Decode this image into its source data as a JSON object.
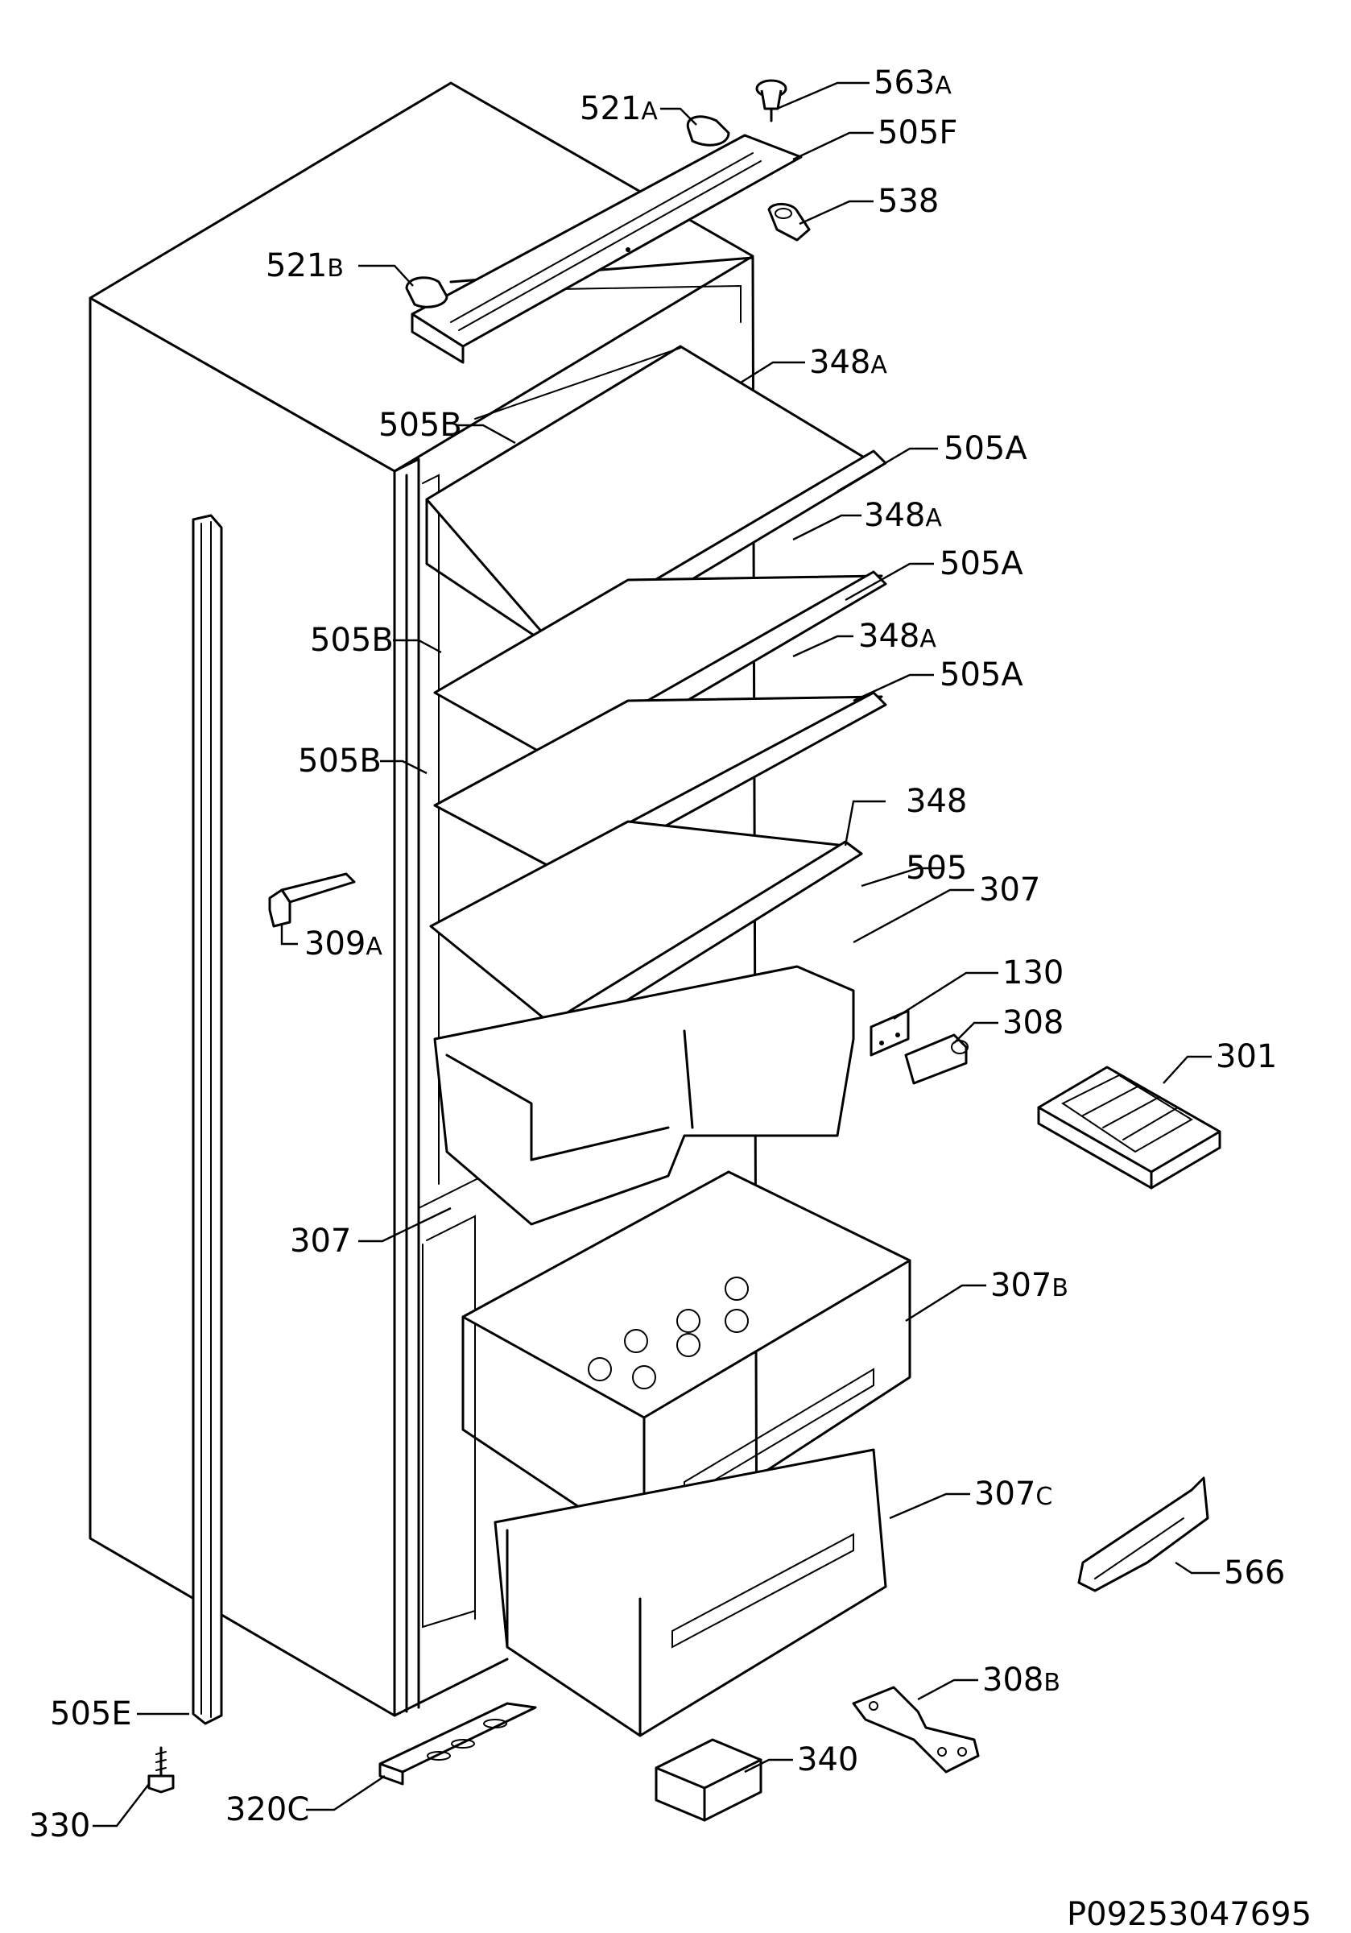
{
  "labels": [
    {
      "id": "563A",
      "num": "563",
      "suffix": "A"
    },
    {
      "id": "521A",
      "num": "521",
      "suffix": "A"
    },
    {
      "id": "505F",
      "num": "505F",
      "suffix": ""
    },
    {
      "id": "538",
      "num": "538",
      "suffix": ""
    },
    {
      "id": "521B",
      "num": "521",
      "suffix": "B"
    },
    {
      "id": "348A_1",
      "num": "348",
      "suffix": "A"
    },
    {
      "id": "505B_1",
      "num": "505B",
      "suffix": ""
    },
    {
      "id": "505A_1",
      "num": "505A",
      "suffix": ""
    },
    {
      "id": "348A_2",
      "num": "348",
      "suffix": "A"
    },
    {
      "id": "505A_2",
      "num": "505A",
      "suffix": ""
    },
    {
      "id": "505B_2",
      "num": "505B",
      "suffix": ""
    },
    {
      "id": "348A_3",
      "num": "348",
      "suffix": "A"
    },
    {
      "id": "505A_3",
      "num": "505A",
      "suffix": ""
    },
    {
      "id": "505B_3",
      "num": "505B",
      "suffix": ""
    },
    {
      "id": "348",
      "num": "348",
      "suffix": ""
    },
    {
      "id": "505",
      "num": "505",
      "suffix": ""
    },
    {
      "id": "307_top",
      "num": "307",
      "suffix": ""
    },
    {
      "id": "309A",
      "num": "309",
      "suffix": "A"
    },
    {
      "id": "130",
      "num": "130",
      "suffix": ""
    },
    {
      "id": "308",
      "num": "308",
      "suffix": ""
    },
    {
      "id": "301",
      "num": "301",
      "suffix": ""
    },
    {
      "id": "307_left",
      "num": "307",
      "suffix": ""
    },
    {
      "id": "307B",
      "num": "307",
      "suffix": "B"
    },
    {
      "id": "307C",
      "num": "307",
      "suffix": "C"
    },
    {
      "id": "566",
      "num": "566",
      "suffix": ""
    },
    {
      "id": "308B",
      "num": "308",
      "suffix": "B"
    },
    {
      "id": "505E",
      "num": "505E",
      "suffix": ""
    },
    {
      "id": "340",
      "num": "340",
      "suffix": ""
    },
    {
      "id": "330",
      "num": "330",
      "suffix": ""
    },
    {
      "id": "320C",
      "num": "320C",
      "suffix": ""
    }
  ],
  "drawing_code": "P09253047695"
}
